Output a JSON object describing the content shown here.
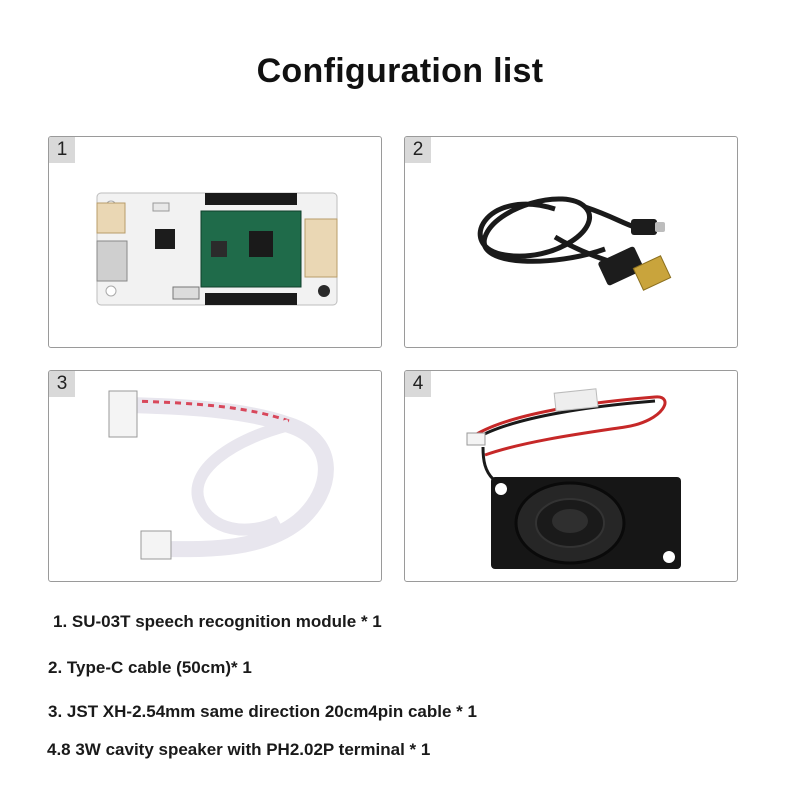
{
  "title": "Configuration list",
  "panels": [
    {
      "number": "1",
      "icon": "speech-module-board-image"
    },
    {
      "number": "2",
      "icon": "usb-type-c-cable-image"
    },
    {
      "number": "3",
      "icon": "jst-ribbon-cable-image"
    },
    {
      "number": "4",
      "icon": "cavity-speaker-image"
    }
  ],
  "items": [
    "1. SU-03T speech recognition module * 1",
    "2. Type-C cable (50cm)* 1",
    "3. JST XH-2.54mm same direction 20cm4pin cable * 1",
    "4.8  3W cavity speaker with PH2.02P terminal * 1"
  ],
  "colors": {
    "pcb_white": "#f2f2f2",
    "module_green": "#1f6b4a",
    "connector_beige": "#ead7b4",
    "cable_black": "#1a1a1a",
    "usb_gold": "#c9a43c",
    "ribbon_white": "#e8e6ee",
    "ribbon_red": "#d8475b",
    "speaker_black": "#161616"
  }
}
